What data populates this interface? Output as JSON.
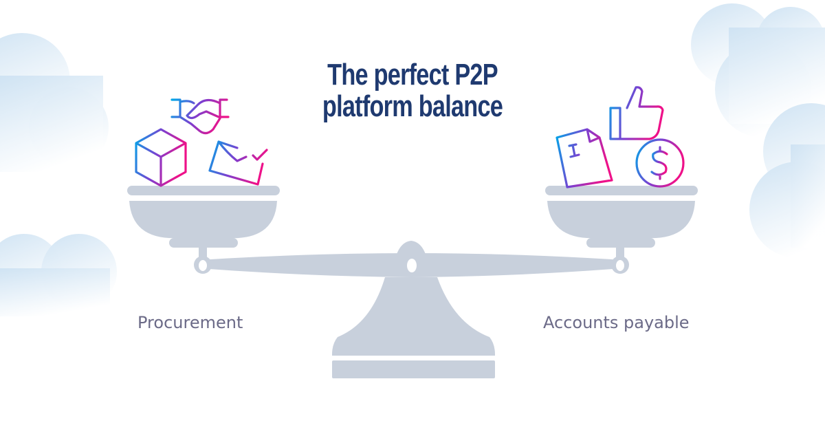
{
  "title": {
    "line1": "The perfect P2P",
    "line2": "platform balance"
  },
  "labels": {
    "left": "Procurement",
    "right": "Accounts payable"
  },
  "icons": {
    "left_pan": [
      "handshake-icon",
      "cube-icon",
      "envelope-check-icon"
    ],
    "right_pan": [
      "thumbs-up-icon",
      "invoice-document-icon",
      "dollar-coin-icon"
    ]
  },
  "colors": {
    "title": "#1f3a70",
    "label": "#6b6a87",
    "scale": "#c8d0dc",
    "gradient_start": "#00a8e8",
    "gradient_mid": "#7b3fd0",
    "gradient_end": "#ee1189",
    "cloud": "#d3e6f4"
  }
}
